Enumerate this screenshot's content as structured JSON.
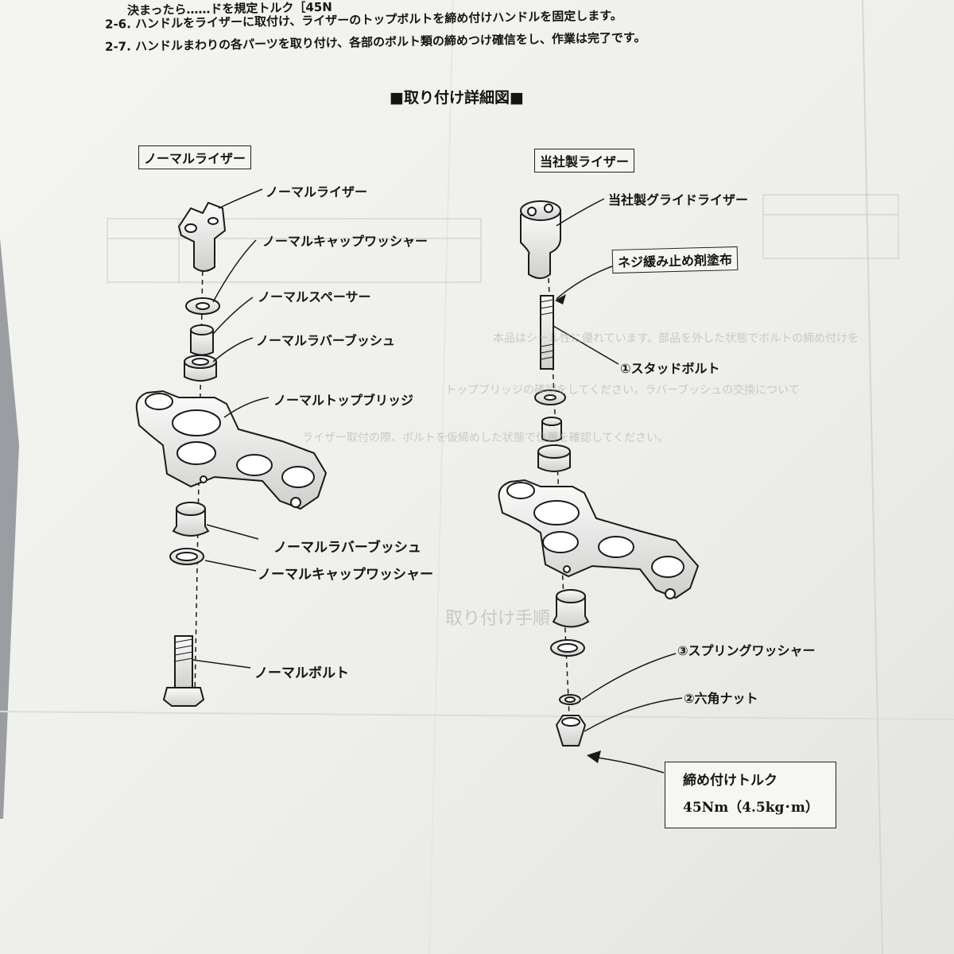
{
  "instructions": {
    "step_top": "決まったら……ドを規定トルク［45N",
    "step_2_6": "2-6. ハンドルをライザーに取付け、ライザーのトップボルトを締め付けハンドルを固定します。",
    "step_2_7": "2-7. ハンドルまわりの各パーツを取り付け、各部のボルト類の締めつけ確信をし、作業は完了です。"
  },
  "section_title": "■取り付け詳細図■",
  "left_diagram": {
    "heading": "ノーマルライザー",
    "labels": {
      "riser": "ノーマルライザー",
      "cap_washer_top": "ノーマルキャップワッシャー",
      "spacer": "ノーマルスペーサー",
      "rubber_bush_top": "ノーマルラバーブッシュ",
      "top_bridge": "ノーマルトップブリッジ",
      "rubber_bush_bottom": "ノーマルラバーブッシュ",
      "cap_washer_bottom": "ノーマルキャップワッシャー",
      "bolt": "ノーマルボルト"
    }
  },
  "right_diagram": {
    "heading": "当社製ライザー",
    "labels": {
      "riser": "当社製グライドライザー",
      "thread_lock": "ネジ緩み止め剤塗布",
      "stud_bolt": "①スタッドボルト",
      "spring_washer": "③スプリングワッシャー",
      "hex_nut": "②六角ナット"
    },
    "torque": {
      "line1": "締め付けトルク",
      "line2": "45Nm（4.5kg･m）"
    }
  },
  "colors": {
    "paper": "#f1f1ee",
    "ink": "#141414",
    "background": "#8f949a",
    "bleed_through": "#a9aaa7"
  }
}
